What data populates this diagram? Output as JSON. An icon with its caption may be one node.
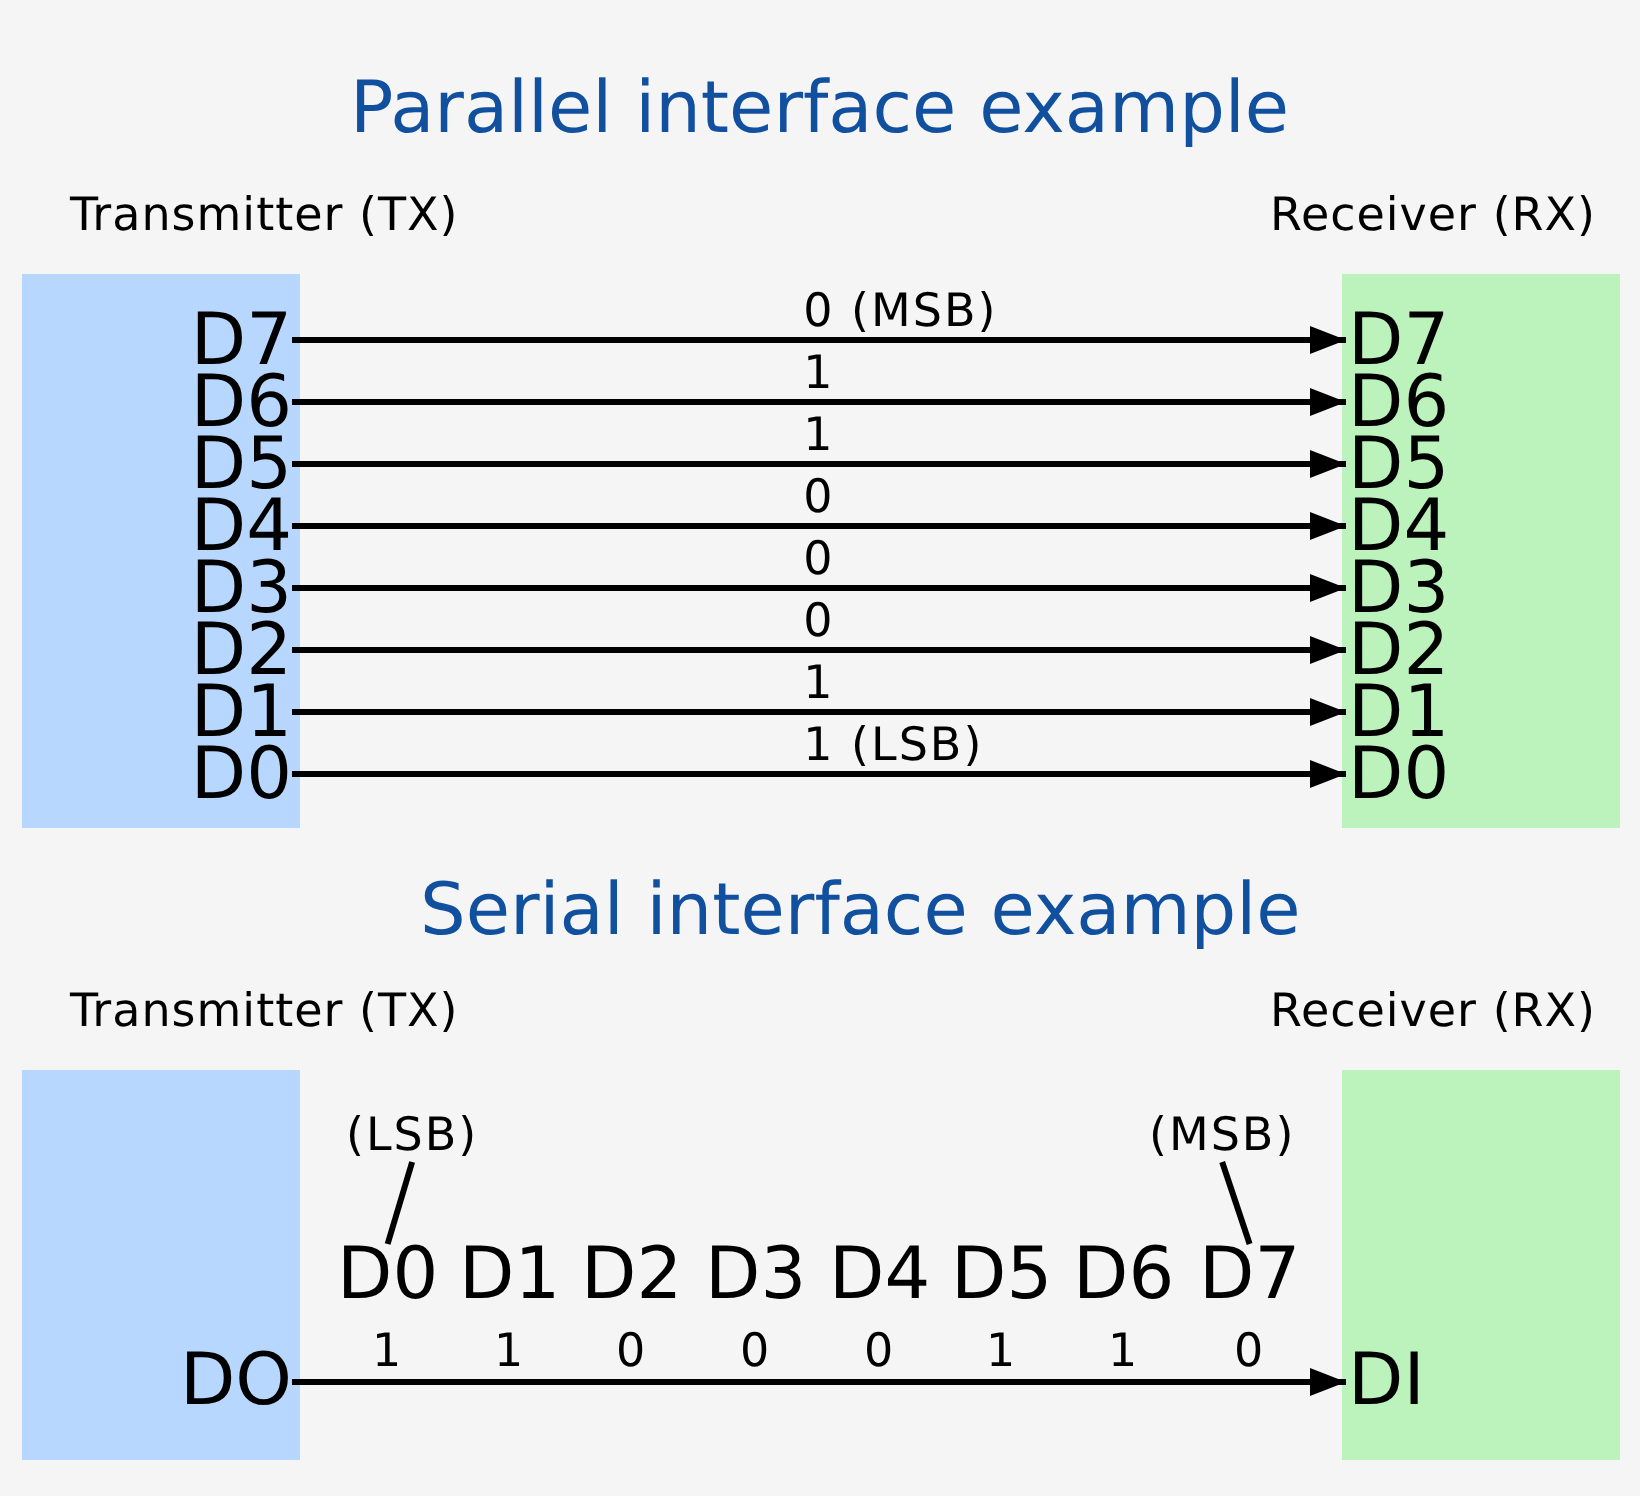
{
  "diagram": {
    "nodes": [
      {
        "text": [
          "Transmitter (TX)"
        ]
      },
      {
        "text": [
          "D7"
        ],
        "in": 0
      },
      {
        "text": [
          "D6"
        ],
        "in": 0
      },
      {
        "text": [
          "D5"
        ],
        "in": 0
      },
      {
        "text": [
          "D4"
        ],
        "in": 0
      },
      {
        "text": [
          "D3"
        ],
        "in": 0
      },
      {
        "text": [
          "D2"
        ],
        "in": 0
      },
      {
        "text": [
          "D1"
        ],
        "in": 0
      },
      {
        "text": [
          "D0"
        ],
        "in": 0
      },
      {
        "text": [
          "Receiver (RX)"
        ]
      },
      {
        "text": [
          "D7"
        ],
        "in": 9
      },
      {
        "text": [
          "D6"
        ],
        "in": 9
      },
      {
        "text": [
          "D5"
        ],
        "in": 9
      },
      {
        "text": [
          "D4"
        ],
        "in": 9
      },
      {
        "text": [
          "D3"
        ],
        "in": 9
      },
      {
        "text": [
          "D2"
        ],
        "in": 9
      },
      {
        "text": [
          "D1"
        ],
        "in": 9
      },
      {
        "text": [
          "D0"
        ],
        "in": 9
      },
      {
        "text": [
          "Transmitter (TX)"
        ]
      },
      {
        "text": [
          "DO"
        ],
        "in": 18
      },
      {
        "text": [
          "Receiver (RX)"
        ]
      },
      {
        "text": [
          "DI"
        ],
        "in": 20
      },
      {
        "text": [
          "(LSB)"
        ]
      },
      {
        "text": [
          "(MSB)"
        ]
      },
      {
        "text": [
          "D0"
        ]
      },
      {
        "text": [
          "D7"
        ]
      }
    ],
    "edges": [
      {
        "from": 1,
        "to": 10,
        "arrow": "to",
        "label": "0 (MSB)"
      },
      {
        "from": 2,
        "to": 11,
        "arrow": "to",
        "label": "1"
      },
      {
        "from": 3,
        "to": 12,
        "arrow": "to",
        "label": "1"
      },
      {
        "from": 4,
        "to": 13,
        "arrow": "to",
        "label": "0"
      },
      {
        "from": 5,
        "to": 14,
        "arrow": "to",
        "label": "0"
      },
      {
        "from": 6,
        "to": 15,
        "arrow": "to",
        "label": "0"
      },
      {
        "from": 7,
        "to": 16,
        "arrow": "to",
        "label": "1"
      },
      {
        "from": 8,
        "to": 17,
        "arrow": "to",
        "label": "1 (LSB)"
      },
      {
        "from": 19,
        "to": 21,
        "arrow": "to"
      },
      {
        "from": 22,
        "to": 24,
        "arrow": "none"
      },
      {
        "from": 23,
        "to": 25,
        "arrow": "none"
      }
    ],
    "labels": [
      "Parallel interface example",
      "Serial interface example",
      "D1",
      "D2",
      "D3",
      "D4",
      "D5",
      "D6",
      "1",
      "1",
      "0",
      "0",
      "0",
      "1",
      "1",
      "0"
    ]
  }
}
